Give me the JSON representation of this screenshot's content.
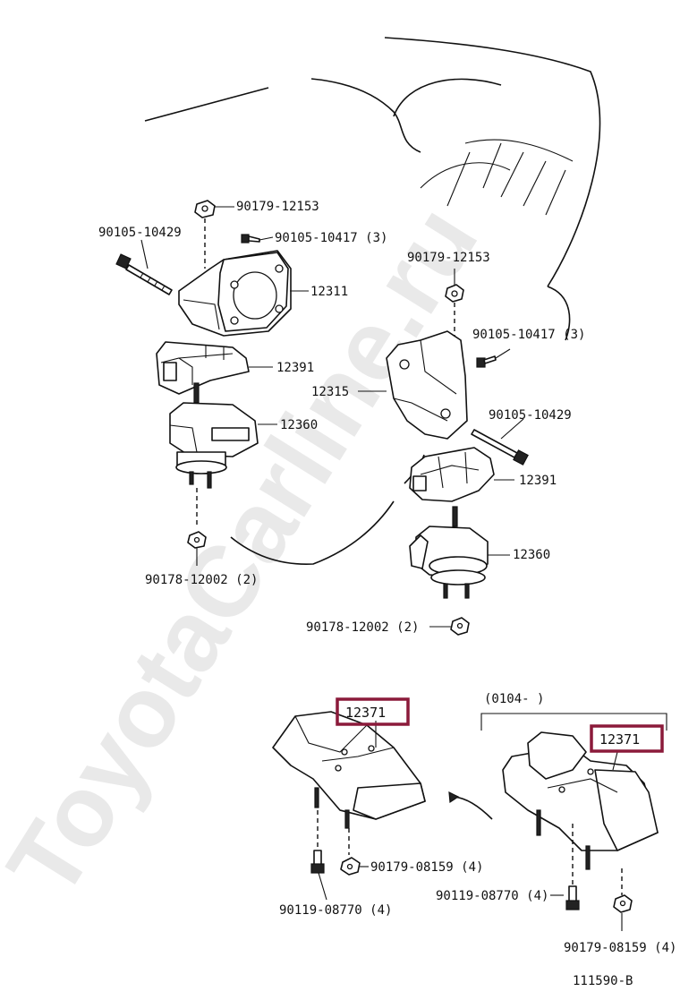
{
  "watermark": "ToyotaCarline.ru",
  "figure_id": "111590-B",
  "date_range": "(0104-         )",
  "labels": {
    "l1": "90179-12153",
    "l2": "90105-10429",
    "l3": "90105-10417 (3)",
    "l4": "12311",
    "l5": "12391",
    "l6": "12360",
    "l7": "90178-12002 (2)",
    "r1": "90179-12153",
    "r2": "90105-10417 (3)",
    "r3": "12315",
    "r4": "90105-10429",
    "r5": "12391",
    "r6": "12360",
    "r7": "90178-12002 (2)",
    "b1": "12371",
    "b2": "90179-08159 (4)",
    "b3": "90119-08770 (4)",
    "c1": "12371",
    "c2": "90119-08770 (4)",
    "c3": "90179-08159 (4)"
  },
  "highlight_color": "#8b1a3a"
}
